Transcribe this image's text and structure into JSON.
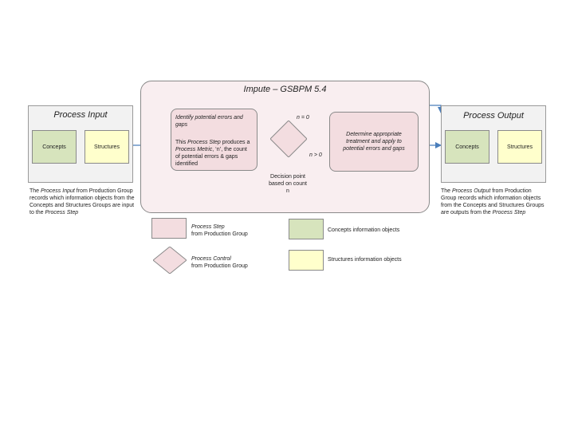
{
  "impute": {
    "title": "Impute – GSBPM 5.4",
    "step1_title": "Identify potential errors and gaps",
    "step1_desc_pre": "This ",
    "step1_desc_italic": "Process Step",
    "step1_desc_mid": " produces a ",
    "step1_desc_italic2": "Process Metric",
    "step1_desc_post": ", ‘n’, the count of potential errors & gaps identified",
    "decision_label": "Decision point based on count n",
    "branch_zero": "n = 0",
    "branch_positive": "n > 0",
    "step2_title": "Determine appropriate treatment and apply to potential errors and gaps"
  },
  "process_input": {
    "title": "Process Input",
    "concepts_label": "Concepts",
    "structures_label": "Structures",
    "desc_pre": "The ",
    "desc_italic": "Process Input",
    "desc_mid": " from Production Group records which information objects from the Concepts and Structures Groups are input to the ",
    "desc_italic2": "Process Step"
  },
  "process_output": {
    "title": "Process Output",
    "concepts_label": "Concepts",
    "structures_label": "Structures",
    "desc_pre": "The ",
    "desc_italic": "Process Output",
    "desc_post": " from Production Group records which information objects from the Concepts and Structures Groups are outputs from the ",
    "desc_italic2": "Process Step"
  },
  "legend": {
    "step_italic": "Process Step",
    "step_rest": "from Production Group",
    "control_italic": "Process Control",
    "control_rest": "from Production Group",
    "concepts": "Concepts information objects",
    "structures": "Structures information objects"
  },
  "colors": {
    "pink": "#f3dde0",
    "green": "#d7e4bd",
    "yellow": "#ffffcc",
    "gray": "#f2f2f2",
    "arrow": "#4a7ebb"
  }
}
